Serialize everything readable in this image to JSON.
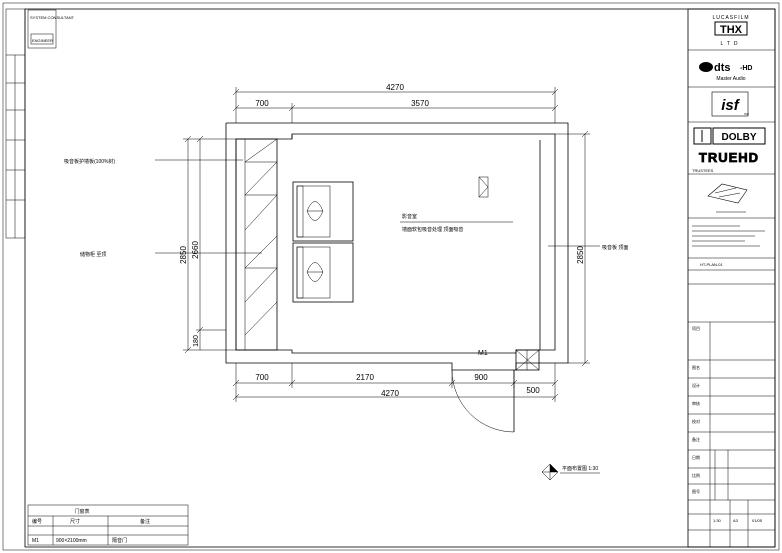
{
  "left_strip": {
    "company_label": "SYSTEM CONSULTANT",
    "stamp_label": "ENGINEER"
  },
  "logos": {
    "lucasfilm": "LUCASFILM",
    "thx_mark": "THX",
    "thx_sub": "LTD",
    "dts": "dts",
    "dts_suffix": "-HD",
    "master_audio": "Master Audio",
    "isf": "isf",
    "isf_sub": "ISC",
    "dolby": "DOLBY",
    "truehd": "TRUEHD"
  },
  "title_block": {
    "title_top": "TRUSTEES",
    "project_code": "HT-PLAN-01",
    "labels": [
      "项目",
      "图名",
      "设计",
      "审核",
      "校对",
      "备注",
      "日期",
      "比例",
      "图号"
    ],
    "bottom_values": [
      "1:30",
      "A3",
      "01/05"
    ]
  },
  "dimensions": {
    "top_total": "4270",
    "top_left": "700",
    "top_right": "3570",
    "bottom_left": "700",
    "bottom_mid": "2170",
    "bottom_door": "900",
    "bottom_right": "500",
    "bottom_total": "4270",
    "left_height": "2850",
    "left_inner": "2660",
    "left_small": "180",
    "right_height": "2850"
  },
  "annotations": {
    "acoustic_wall": "吸音板护墙板(100%封)",
    "storage": "储物柜 至顶",
    "room_label": "影音室",
    "room_desc": "墙面软包吸音处理 顶面吸音",
    "right_wall": "吸音板 顶面",
    "door_tag": "M1",
    "plan_title": "平面布置图 1:30"
  },
  "schedule": {
    "title": "门窗表",
    "headers": [
      "编号",
      "尺寸",
      "备注"
    ],
    "rows": [
      [
        "M1",
        "900×2100mm",
        "隔音门"
      ]
    ]
  }
}
